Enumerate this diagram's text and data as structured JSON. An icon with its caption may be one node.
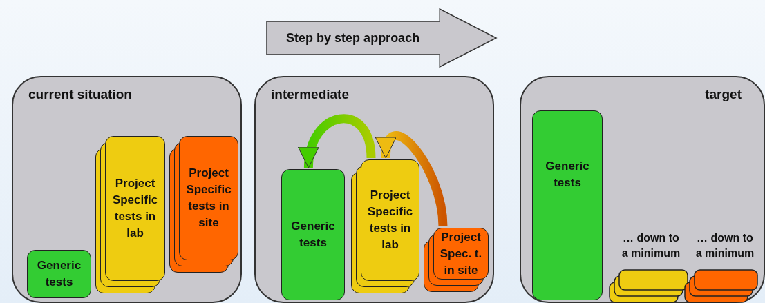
{
  "diagram": {
    "nodes": [
      {
        "text": [
          "Step by step approach"
        ]
      },
      {
        "text": [
          "current situation"
        ]
      },
      {
        "text": [
          "Generic tests"
        ],
        "in": 1
      },
      {
        "text": [
          "Project Specific tests in lab"
        ],
        "in": 1
      },
      {
        "text": [
          "Project Specific tests in site"
        ],
        "in": 1
      },
      {
        "text": [
          "intermediate"
        ]
      },
      {
        "text": [
          "Generic tests"
        ],
        "in": 5
      },
      {
        "text": [
          "Project Specific tests in lab"
        ],
        "in": 5
      },
      {
        "text": [
          "Project Spec. t. in site"
        ],
        "in": 5
      },
      {
        "text": [
          "target"
        ]
      },
      {
        "text": [
          "Generic tests"
        ],
        "in": 9
      },
      {
        "text": [],
        "shape": "box",
        "in": 9,
        "beside": [
          "… down to a minimum"
        ]
      },
      {
        "text": [],
        "shape": "box",
        "in": 9,
        "beside": [
          "… down to a minimum"
        ]
      }
    ],
    "edges": [
      {
        "from": 7,
        "to": 6,
        "arrow": "to"
      },
      {
        "from": 8,
        "to": 7,
        "arrow": "to"
      }
    ]
  }
}
